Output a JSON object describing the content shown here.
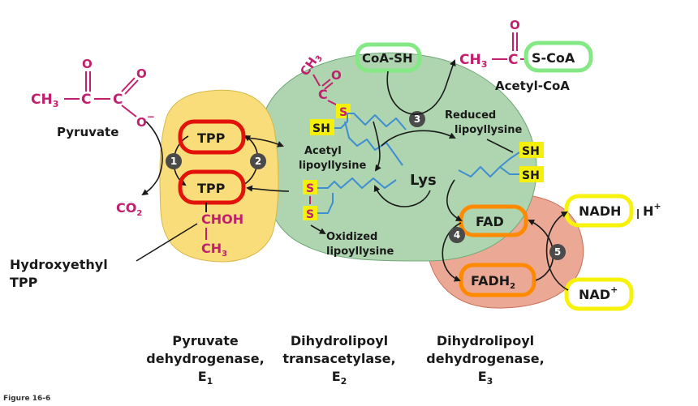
{
  "pyruvate": {
    "ch3": "CH",
    "ch3_sub": "3",
    "c1": "C",
    "c2": "C",
    "o_top1": "O",
    "o_top2": "O",
    "o_minus": "O",
    "charge": "−",
    "label": "Pyruvate"
  },
  "co2": {
    "text": "CO",
    "sub": "2"
  },
  "e1": {
    "tpp_top": "TPP",
    "tpp_bottom": "TPP",
    "chohh": "CHOH",
    "ch3": "CH",
    "ch3_sub": "3",
    "hydroxyethyl_line1": "Hydroxyethyl",
    "hydroxyethyl_line2": "TPP",
    "step1": "1",
    "step2": "2"
  },
  "e2": {
    "acetyl_ch3": "CH",
    "acetyl_ch3_sub": "3",
    "acetyl_c": "C",
    "acetyl_o": "O",
    "sh": "SH",
    "s_thio": "S",
    "acetyl_lipo_line1": "Acetyl",
    "acetyl_lipo_line2": "lipoyllysine",
    "s_ox1": "S",
    "s_ox2": "S",
    "oxidized_line1": "Oxidized",
    "oxidized_line2": "lipoyllysine",
    "lys": "Lys",
    "reduced_line1": "Reduced",
    "reduced_line2": "lipoyllysine",
    "sh_r1": "SH",
    "sh_r2": "SH",
    "step3": "3"
  },
  "coa": {
    "coa_sh": "CoA-SH",
    "acetyl_ch3": "CH",
    "acetyl_ch3_sub": "3",
    "acetyl_c": "C",
    "acetyl_o": "O",
    "s_coa": "S-CoA",
    "acetyl_coa_label": "Acetyl-CoA"
  },
  "e3": {
    "fad": "FAD",
    "fadh2": "FADH",
    "fadh2_sub": "2",
    "step4": "4",
    "step5": "5"
  },
  "nad": {
    "nadh": "NADH",
    "h_plus": "H",
    "h_plus_sup": "+",
    "nad_plus": "NAD",
    "nad_plus_sup": "+"
  },
  "captions": [
    {
      "line1": "Pyruvate",
      "line2": "dehydrogenase,",
      "line3": "E",
      "sub": "1"
    },
    {
      "line1": "Dihydrolipoyl",
      "line2": "transacetylase,",
      "line3": "E",
      "sub": "2"
    },
    {
      "line1": "Dihydrolipoyl",
      "line2": "dehydrogenase,",
      "line3": "E",
      "sub": "3"
    }
  ],
  "figure_label": "Figure 16-6",
  "colors": {
    "e1_fill": "#f8dd7a",
    "e2_fill": "#aed4b0",
    "e3_fill": "#eba995",
    "magenta": "#c0206e",
    "highlight_red": "#e3120b",
    "highlight_green": "#84e884",
    "highlight_orange": "#ff8a00",
    "highlight_yellow": "#f6f20a",
    "chain_blue": "#3f8fd0"
  }
}
